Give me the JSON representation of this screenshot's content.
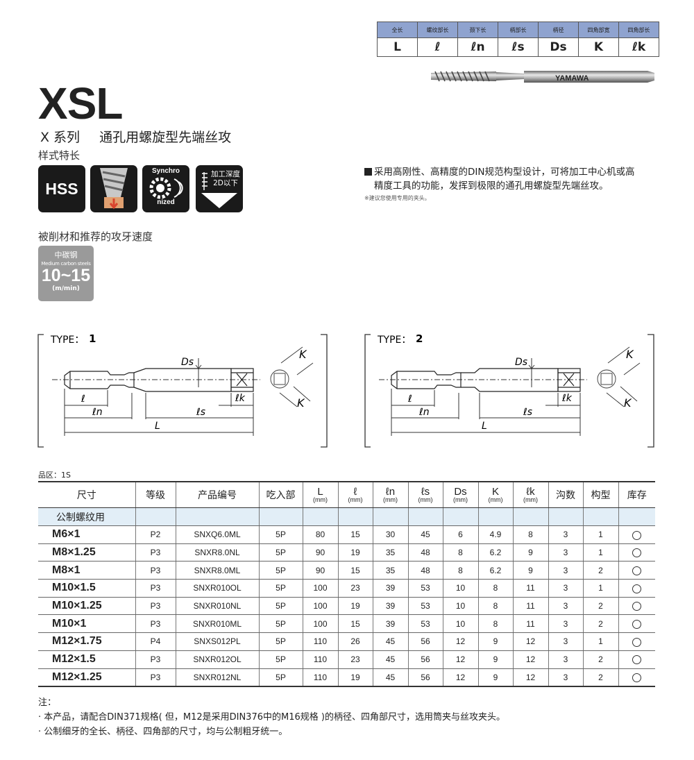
{
  "legend": {
    "headers": [
      "全长",
      "螺纹部长",
      "颈下长",
      "柄部长",
      "柄径",
      "四角部宽",
      "四角部长"
    ],
    "symbols": [
      "L",
      "ℓ",
      "ℓn",
      "ℓs",
      "Ds",
      "K",
      "ℓk"
    ]
  },
  "product_image": {
    "brand": "YAMAWA"
  },
  "title": "XSL",
  "subtitle": {
    "series": "X 系列",
    "name": "通孔用螺旋型先端丝攻"
  },
  "features_label": "样式特长",
  "icons": {
    "hss": "HSS",
    "synchro_top": "Synchro",
    "synchro_bottom": "nized",
    "depth_line1": "加工深度",
    "depth_line2": "2D以下"
  },
  "description": {
    "line1": "采用高刚性、高精度的DIN规范构型设计，可将加工中心机或高",
    "line2": "精度工具的功能，发挥到极限的通孔用螺旋型先端丝攻。",
    "note": "※建议您使用专用的夹头。"
  },
  "speed_section": {
    "title": "被削材和推荐的攻牙速度",
    "material_cn": "中碳钢",
    "material_en": "Medium carbon steels",
    "speed": "10~15",
    "unit": "(m/min)"
  },
  "diagrams": [
    {
      "type_label": "TYPE：",
      "type_num": "1",
      "Ds": "Ds",
      "K": "K",
      "l": "ℓ",
      "ln": "ℓn",
      "ls": "ℓs",
      "lk": "ℓk",
      "L": "L"
    },
    {
      "type_label": "TYPE：",
      "type_num": "2",
      "Ds": "Ds",
      "K": "K",
      "l": "ℓ",
      "ln": "ℓn",
      "ls": "ℓs",
      "lk": "ℓk",
      "L": "L"
    }
  ],
  "region": "品区：1S",
  "table": {
    "headers": [
      "尺寸",
      "等级",
      "产品编号",
      "吃入部",
      "L",
      "ℓ",
      "ℓn",
      "ℓs",
      "Ds",
      "K",
      "ℓk",
      "沟数",
      "构型",
      "库存"
    ],
    "unit": "(mm)",
    "category": "公制螺纹用",
    "rows": [
      [
        "M6×1",
        "P2",
        "SNXQ6.0ML",
        "5P",
        "80",
        "15",
        "30",
        "45",
        "6",
        "4.9",
        "8",
        "3",
        "1"
      ],
      [
        "M8×1.25",
        "P3",
        "SNXR8.0NL",
        "5P",
        "90",
        "19",
        "35",
        "48",
        "8",
        "6.2",
        "9",
        "3",
        "1"
      ],
      [
        "M8×1",
        "P3",
        "SNXR8.0ML",
        "5P",
        "90",
        "15",
        "35",
        "48",
        "8",
        "6.2",
        "9",
        "3",
        "2"
      ],
      [
        "M10×1.5",
        "P3",
        "SNXR010OL",
        "5P",
        "100",
        "23",
        "39",
        "53",
        "10",
        "8",
        "11",
        "3",
        "1"
      ],
      [
        "M10×1.25",
        "P3",
        "SNXR010NL",
        "5P",
        "100",
        "19",
        "39",
        "53",
        "10",
        "8",
        "11",
        "3",
        "2"
      ],
      [
        "M10×1",
        "P3",
        "SNXR010ML",
        "5P",
        "100",
        "15",
        "39",
        "53",
        "10",
        "8",
        "11",
        "3",
        "2"
      ],
      [
        "M12×1.75",
        "P4",
        "SNXS012PL",
        "5P",
        "110",
        "26",
        "45",
        "56",
        "12",
        "9",
        "12",
        "3",
        "1"
      ],
      [
        "M12×1.5",
        "P3",
        "SNXR012OL",
        "5P",
        "110",
        "23",
        "45",
        "56",
        "12",
        "9",
        "12",
        "3",
        "2"
      ],
      [
        "M12×1.25",
        "P3",
        "SNXR012NL",
        "5P",
        "110",
        "19",
        "45",
        "56",
        "12",
        "9",
        "12",
        "3",
        "2"
      ]
    ]
  },
  "notes": {
    "title": "注：",
    "line1": "· 本产品，请配合DIN371规格( 但，M12是采用DIN376中的M16规格 )的柄径、四角部尺寸，选用筒夹与丝攻夹头。",
    "line2": "· 公制细牙的全长、柄径、四角部的尺寸，均与公制粗牙统一。"
  }
}
